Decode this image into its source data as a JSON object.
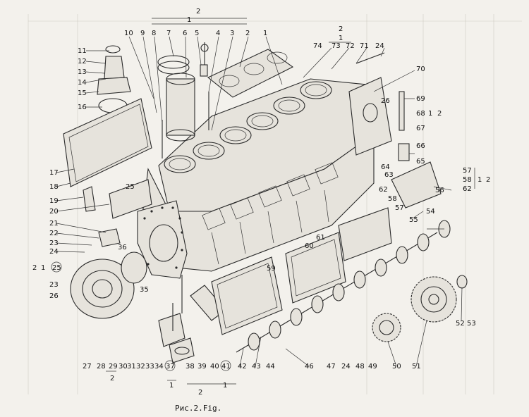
{
  "caption": "Рис.2.Fig.",
  "callouts": [
    {
      "t": "2"
    },
    {
      "t": "1"
    },
    {
      "t": "10"
    },
    {
      "t": "9"
    },
    {
      "t": "8"
    },
    {
      "t": "7"
    },
    {
      "t": "6"
    },
    {
      "t": "5"
    },
    {
      "t": "4"
    },
    {
      "t": "3"
    },
    {
      "t": "2"
    },
    {
      "t": "1"
    },
    {
      "t": "11"
    },
    {
      "t": "12"
    },
    {
      "t": "13"
    },
    {
      "t": "14"
    },
    {
      "t": "15"
    },
    {
      "t": "16"
    },
    {
      "t": "17"
    },
    {
      "t": "18"
    },
    {
      "t": "19"
    },
    {
      "t": "20"
    },
    {
      "t": "21"
    },
    {
      "t": "22"
    },
    {
      "t": "23"
    },
    {
      "t": "24"
    },
    {
      "t": "25"
    },
    {
      "t": "2"
    },
    {
      "t": "1"
    },
    {
      "t": "23"
    },
    {
      "t": "26"
    },
    {
      "t": "27"
    },
    {
      "t": "28"
    },
    {
      "t": "29"
    },
    {
      "t": "30"
    },
    {
      "t": "31"
    },
    {
      "t": "32"
    },
    {
      "t": "33"
    },
    {
      "t": "34"
    },
    {
      "t": "37"
    },
    {
      "t": "38"
    },
    {
      "t": "39"
    },
    {
      "t": "40"
    },
    {
      "t": "41"
    },
    {
      "t": "2"
    },
    {
      "t": "1"
    },
    {
      "t": "2"
    },
    {
      "t": "1"
    },
    {
      "t": "36"
    },
    {
      "t": "35"
    },
    {
      "t": "42"
    },
    {
      "t": "43"
    },
    {
      "t": "44"
    },
    {
      "t": "46"
    },
    {
      "t": "47"
    },
    {
      "t": "24"
    },
    {
      "t": "48"
    },
    {
      "t": "49"
    },
    {
      "t": "50"
    },
    {
      "t": "51"
    },
    {
      "t": "52"
    },
    {
      "t": "53"
    },
    {
      "t": "54"
    },
    {
      "t": "55"
    },
    {
      "t": "56"
    },
    {
      "t": "57"
    },
    {
      "t": "58"
    },
    {
      "t": "62"
    },
    {
      "t": "57"
    },
    {
      "t": "58"
    },
    {
      "t": "62"
    },
    {
      "t": "1"
    },
    {
      "t": "2"
    },
    {
      "t": "63"
    },
    {
      "t": "64"
    },
    {
      "t": "65"
    },
    {
      "t": "66"
    },
    {
      "t": "67"
    },
    {
      "t": "68"
    },
    {
      "t": "1"
    },
    {
      "t": "2"
    },
    {
      "t": "69"
    },
    {
      "t": "26"
    },
    {
      "t": "70"
    },
    {
      "t": "74"
    },
    {
      "t": "73"
    },
    {
      "t": "72"
    },
    {
      "t": "71"
    },
    {
      "t": "24"
    },
    {
      "t": "2"
    },
    {
      "t": "1"
    },
    {
      "t": "59"
    },
    {
      "t": "60"
    },
    {
      "t": "61"
    },
    {
      "t": "25"
    }
  ]
}
